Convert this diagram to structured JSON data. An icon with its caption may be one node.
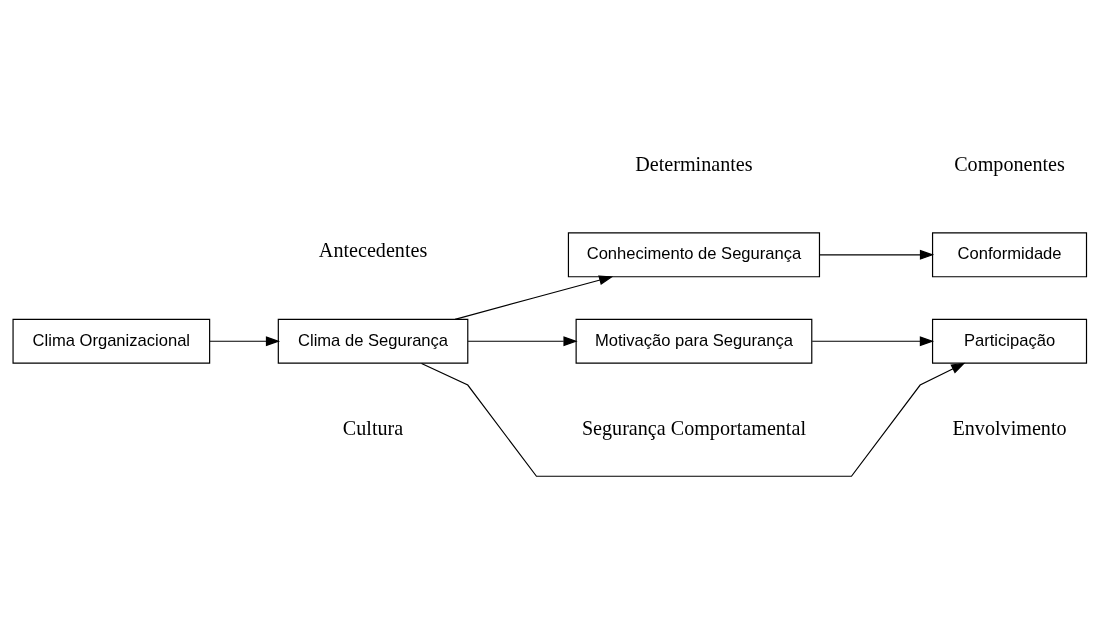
{
  "diagram": {
    "nodes": [
      {
        "text": [
          "Clima Organizacional"
        ]
      },
      {
        "text": [
          "Clima de Segurança"
        ]
      },
      {
        "text": [
          "Conhecimento de Segurança"
        ]
      },
      {
        "text": [
          "Motivação para Segurança"
        ]
      },
      {
        "text": [
          "Conformidade"
        ]
      },
      {
        "text": [
          "Participação"
        ]
      }
    ],
    "edges": [
      {
        "from": 0,
        "to": 1,
        "arrow": "to"
      },
      {
        "from": 1,
        "to": 2,
        "arrow": "to"
      },
      {
        "from": 1,
        "to": 3,
        "arrow": "to"
      },
      {
        "from": 2,
        "to": 4,
        "arrow": "to"
      },
      {
        "from": 3,
        "to": 5,
        "arrow": "to"
      },
      {
        "from": 1,
        "to": 5,
        "arrow": "to"
      }
    ],
    "labels": [
      "Antecedentes",
      "Determinantes",
      "Componentes",
      "Cultura",
      "Segurança Comportamental",
      "Envolvimento"
    ]
  }
}
